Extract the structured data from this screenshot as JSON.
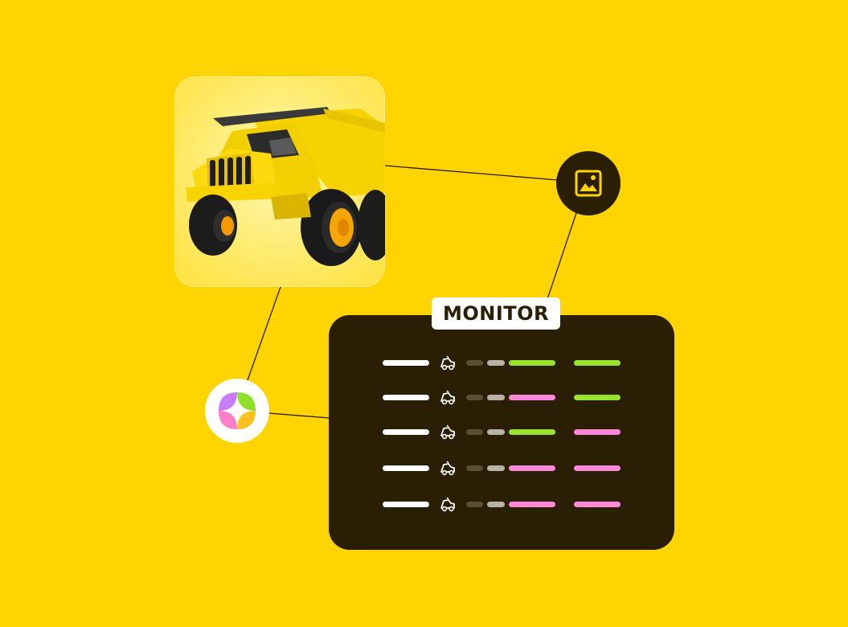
{
  "monitor": {
    "label": "MONITOR",
    "rows": [
      {
        "status_a": "green",
        "status_b": "green"
      },
      {
        "status_a": "pink",
        "status_b": "green"
      },
      {
        "status_a": "green",
        "status_b": "pink"
      },
      {
        "status_a": "pink",
        "status_b": "pink"
      },
      {
        "status_a": "pink",
        "status_b": "pink"
      }
    ]
  },
  "colors": {
    "background": "#FFD400",
    "panel": "#2A1E05",
    "green": "#9BE22E",
    "pink": "#FF88D8",
    "white": "#FFFFFF"
  },
  "icons": {
    "product": "dump-truck-toy-image",
    "image_node": "image-icon",
    "ai_node": "sparkle-icon",
    "row_icon": "car-icon"
  }
}
